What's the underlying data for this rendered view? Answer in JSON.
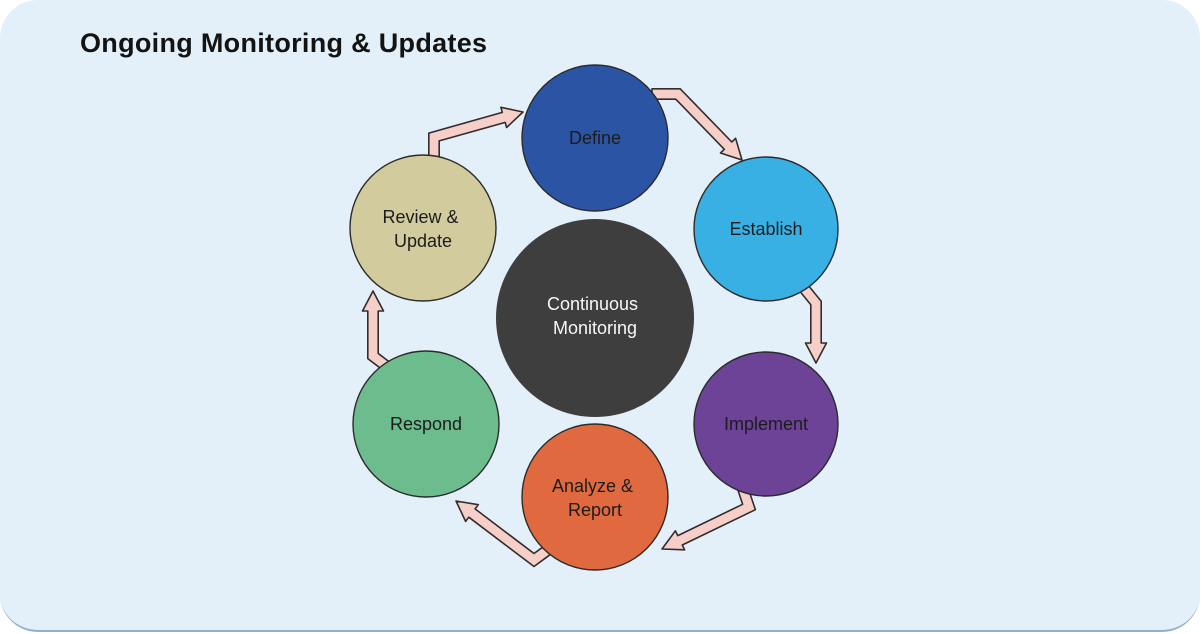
{
  "title": "Ongoing Monitoring & Updates",
  "colors": {
    "outer_background": "#ffffff",
    "card_background": "#e4f0f9",
    "card_bottom_line": "#547a9e",
    "title_color": "#131313",
    "node_outline": "#2b2b2b",
    "node_text": "#1c1c1c",
    "center_text": "#f7f7f7"
  },
  "diagram": {
    "type": "cycle",
    "cycle_direction": "clockwise",
    "arrow": {
      "fill": "#f6cfc9",
      "stroke": "#342c2c"
    },
    "center": {
      "lines": [
        "Continuous",
        "Monitoring"
      ],
      "color": "#3f3e3e"
    },
    "nodes": [
      {
        "id": "define",
        "lines": [
          "Define"
        ],
        "color": "#2b55a4"
      },
      {
        "id": "establish",
        "lines": [
          "Establish"
        ],
        "color": "#39b0e4"
      },
      {
        "id": "implement",
        "lines": [
          "Implement"
        ],
        "color": "#6c4397"
      },
      {
        "id": "analyze-report",
        "lines": [
          "Analyze &",
          "Report"
        ],
        "color": "#e0693f"
      },
      {
        "id": "respond",
        "lines": [
          "Respond"
        ],
        "color": "#6dbc8d"
      },
      {
        "id": "review-update",
        "lines": [
          "Review &",
          "Update"
        ],
        "color": "#d2cb9d"
      }
    ]
  }
}
